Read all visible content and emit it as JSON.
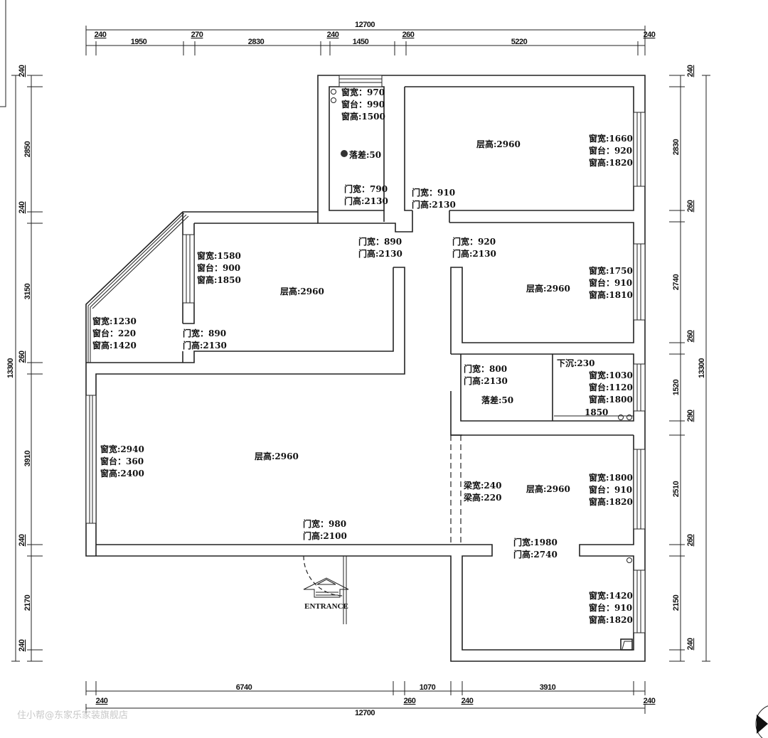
{
  "dimensions": {
    "top": {
      "total": "12700",
      "segments": [
        "240",
        "1950",
        "270",
        "2830",
        "240",
        "1450",
        "260",
        "5220",
        "240"
      ]
    },
    "bottom": {
      "total": "12700",
      "segments": [
        "240",
        "6740",
        "260",
        "1070",
        "240",
        "3910",
        "240"
      ]
    },
    "left": {
      "total": "13300",
      "segments": [
        "240",
        "2850",
        "240",
        "3150",
        "260",
        "3910",
        "240",
        "2170",
        "240"
      ]
    },
    "right": {
      "total": "13300",
      "segments": [
        "240",
        "2830",
        "260",
        "2740",
        "260",
        "1520",
        "290",
        "2510",
        "260",
        "2150",
        "240"
      ]
    }
  },
  "rooms": {
    "bath_top": {
      "window": [
        "窗宽：970",
        "窗台：990",
        "窗高:1500"
      ],
      "drop": "落差:50",
      "door": [
        "门宽：790",
        "门高:2130"
      ]
    },
    "bedroom1": {
      "door": [
        "门宽：910",
        "门高:2130"
      ],
      "height": "层高:2960",
      "window": [
        "窗宽:1660",
        "窗台：920",
        "窗高:1820"
      ]
    },
    "corridor": {
      "door": [
        "门宽：890",
        "门高:2130"
      ]
    },
    "bedroom2": {
      "door": [
        "门宽：920",
        "门高:2130"
      ],
      "height": "层高:2960",
      "window": [
        "窗宽:1750",
        "窗台：910",
        "窗高:1810"
      ]
    },
    "middle_room": {
      "window": [
        "窗宽:1580",
        "窗台：900",
        "窗高:1850"
      ],
      "height": "层高:2960"
    },
    "balcony": {
      "window": [
        "窗宽:1230",
        "窗台：220",
        "窗高:1420"
      ],
      "door": [
        "门宽：890",
        "门高:2130"
      ]
    },
    "laundry": {
      "door": [
        "门宽：800",
        "门高:2130"
      ],
      "drop": "落差:50"
    },
    "bath_right": {
      "sink": "下沉:230",
      "window": [
        "窗宽:1030",
        "窗台:1120",
        "窗高:1800"
      ],
      "length": "1850"
    },
    "living": {
      "window": [
        "窗宽:2940",
        "窗台：360",
        "窗高:2400"
      ],
      "height": "层高:2960",
      "door": [
        "门宽：980",
        "门高:2100"
      ],
      "entrance": "ENTRANCE"
    },
    "bedroom3": {
      "beam": [
        "梁宽:240",
        "梁高:220"
      ],
      "height": "层高:2960",
      "window": [
        "窗宽:1800",
        "窗台：910",
        "窗高:1820"
      ]
    },
    "bedroom4": {
      "door": [
        "门宽:1980",
        "门高:2740"
      ],
      "window": [
        "窗宽:1420",
        "窗台：910",
        "窗高:1820"
      ]
    }
  },
  "watermark": "住小帮@东家乐家装旗舰店",
  "colors": {
    "line": "#222222",
    "background": "#ffffff"
  }
}
